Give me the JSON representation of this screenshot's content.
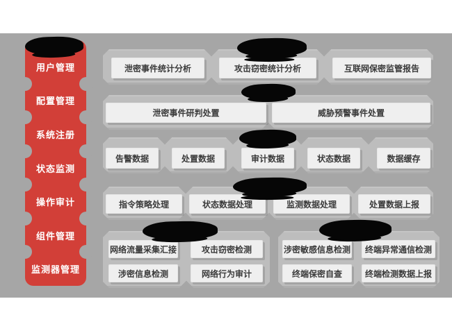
{
  "colors": {
    "page_background": "#ffffff",
    "band_background": "#a6a6a6",
    "container_fill": "#bdbdbd",
    "box_fill": "#efefef",
    "box_text": "#3a3a3a",
    "sidebar_fill": "#d23f38",
    "sidebar_text": "#ffffff",
    "redaction": "#060606"
  },
  "sidebar": {
    "title_redacted": true,
    "items": [
      {
        "label": "用户管理"
      },
      {
        "label": "配置管理"
      },
      {
        "label": "系统注册"
      },
      {
        "label": "状态监测"
      },
      {
        "label": "操作审计"
      },
      {
        "label": "组件管理"
      },
      {
        "label": "监测器管理"
      }
    ]
  },
  "groups": [
    {
      "name": "statistical-analysis",
      "title_redacted": true,
      "boxes": [
        {
          "label": "泄密事件统计分析"
        },
        {
          "label": "攻击窃密统计分析"
        },
        {
          "label": "互联网保密监管报告"
        }
      ]
    },
    {
      "name": "event-disposal",
      "title_redacted": true,
      "boxes": [
        {
          "label": "泄密事件研判处置"
        },
        {
          "label": "威胁预警事件处置"
        }
      ]
    },
    {
      "name": "data-store",
      "title_redacted": true,
      "boxes": [
        {
          "label": "告警数据"
        },
        {
          "label": "处置数据"
        },
        {
          "label": "审计数据"
        },
        {
          "label": "状态数据"
        },
        {
          "label": "数据缓存"
        }
      ]
    },
    {
      "name": "data-processing",
      "title_redacted": true,
      "boxes": [
        {
          "label": "指令策略处理"
        },
        {
          "label": "状态数据处理"
        },
        {
          "label": "监测数据处理"
        },
        {
          "label": "处置数据上报"
        }
      ]
    },
    {
      "name": "network-monitoring",
      "title_redacted": true,
      "boxes": [
        {
          "label": "网络流量采集汇接"
        },
        {
          "label": "攻击窃密检测"
        },
        {
          "label": "涉密信息检测"
        },
        {
          "label": "网络行为审计"
        }
      ]
    },
    {
      "name": "terminal-monitoring",
      "title_redacted": true,
      "boxes": [
        {
          "label": "涉密敏感信息检测"
        },
        {
          "label": "终端异常通信检测"
        },
        {
          "label": "终端保密自查"
        },
        {
          "label": "终端检测数据上报"
        }
      ]
    }
  ]
}
